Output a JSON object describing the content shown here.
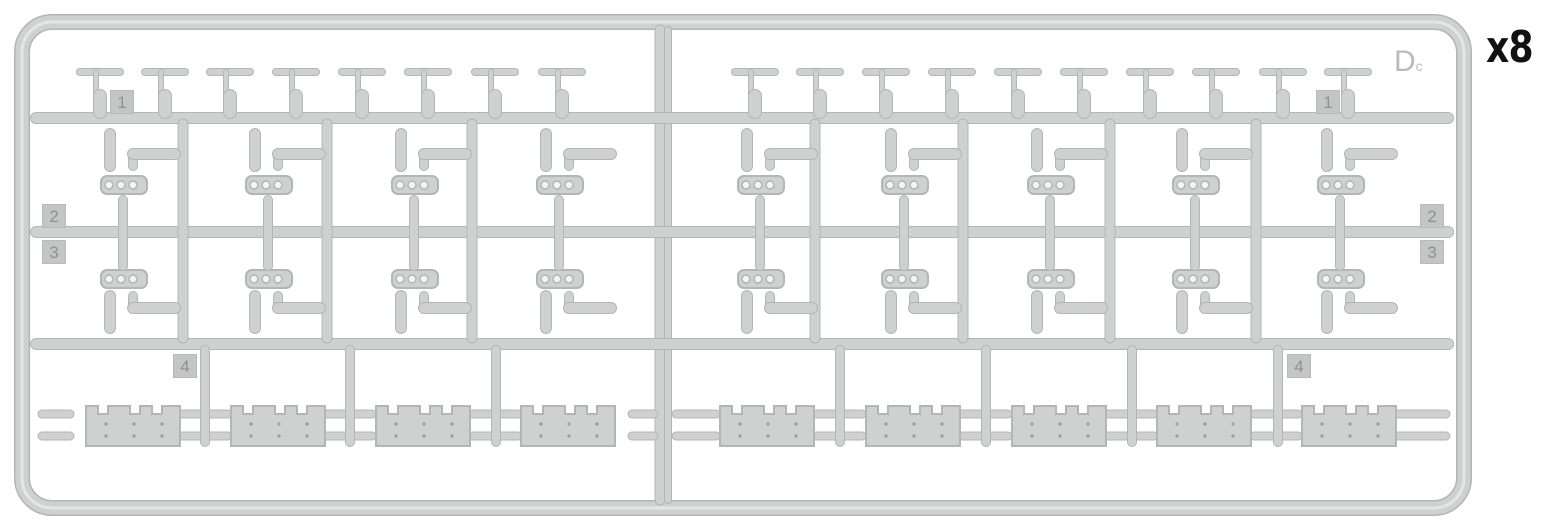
{
  "multiplier": "x8",
  "logo": {
    "main": "D",
    "small": "c"
  },
  "tags": {
    "tag_1_left": "1",
    "tag_1_right": "1",
    "tag_2_left": "2",
    "tag_2_right": "2",
    "tag_3_left": "3",
    "tag_3_right": "3",
    "tag_4_left": "4",
    "tag_4_right": "4"
  },
  "colors": {
    "plastic": "#cfd1d1",
    "edge": "#b3b6b6",
    "highlight": "#e4e6e6"
  },
  "sprue": {
    "left_half": {
      "pins": 8,
      "brackets_per_row": 4,
      "track_blocks": 4
    },
    "right_half": {
      "pins": 10,
      "brackets_per_row": 5,
      "track_blocks": 5
    }
  }
}
